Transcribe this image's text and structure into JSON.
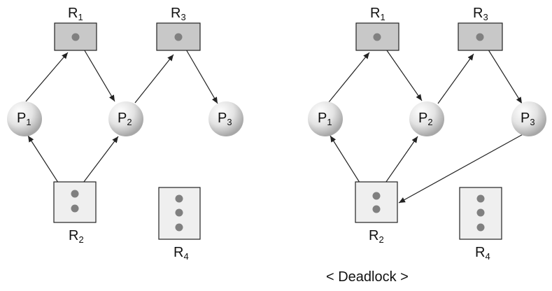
{
  "colors": {
    "resource_dark": "#c8c8c8",
    "resource_light": "#efefef",
    "stroke": "#222222",
    "dot": "#808080",
    "process_light": "#ffffff",
    "process_dark": "#a7a7a7"
  },
  "left_graph": {
    "resources": [
      {
        "id": "R1",
        "base": "R",
        "sub": "1"
      },
      {
        "id": "R2",
        "base": "R",
        "sub": "2"
      },
      {
        "id": "R3",
        "base": "R",
        "sub": "3"
      },
      {
        "id": "R4",
        "base": "R",
        "sub": "4"
      }
    ],
    "processes": [
      {
        "id": "P1",
        "base": "P",
        "sub": "1"
      },
      {
        "id": "P2",
        "base": "P",
        "sub": "2"
      },
      {
        "id": "P3",
        "base": "P",
        "sub": "3"
      }
    ],
    "edges": [
      {
        "from": "P1",
        "to": "R1",
        "type": "request"
      },
      {
        "from": "R1",
        "to": "P2",
        "type": "assignment"
      },
      {
        "from": "P2",
        "to": "R3",
        "type": "request"
      },
      {
        "from": "R3",
        "to": "P3",
        "type": "assignment"
      },
      {
        "from": "R2",
        "to": "P1",
        "type": "assignment"
      },
      {
        "from": "R2",
        "to": "P2",
        "type": "assignment"
      }
    ]
  },
  "right_graph": {
    "resources": [
      {
        "id": "R1",
        "base": "R",
        "sub": "1"
      },
      {
        "id": "R2",
        "base": "R",
        "sub": "2"
      },
      {
        "id": "R3",
        "base": "R",
        "sub": "3"
      },
      {
        "id": "R4",
        "base": "R",
        "sub": "4"
      }
    ],
    "processes": [
      {
        "id": "P1",
        "base": "P",
        "sub": "1"
      },
      {
        "id": "P2",
        "base": "P",
        "sub": "2"
      },
      {
        "id": "P3",
        "base": "P",
        "sub": "3"
      }
    ],
    "edges": [
      {
        "from": "P1",
        "to": "R1",
        "type": "request"
      },
      {
        "from": "R1",
        "to": "P2",
        "type": "assignment"
      },
      {
        "from": "P2",
        "to": "R3",
        "type": "request"
      },
      {
        "from": "R3",
        "to": "P3",
        "type": "assignment"
      },
      {
        "from": "R2",
        "to": "P1",
        "type": "assignment"
      },
      {
        "from": "R2",
        "to": "P2",
        "type": "assignment"
      },
      {
        "from": "P3",
        "to": "R2",
        "type": "request"
      }
    ],
    "caption": "< Deadlock >"
  }
}
